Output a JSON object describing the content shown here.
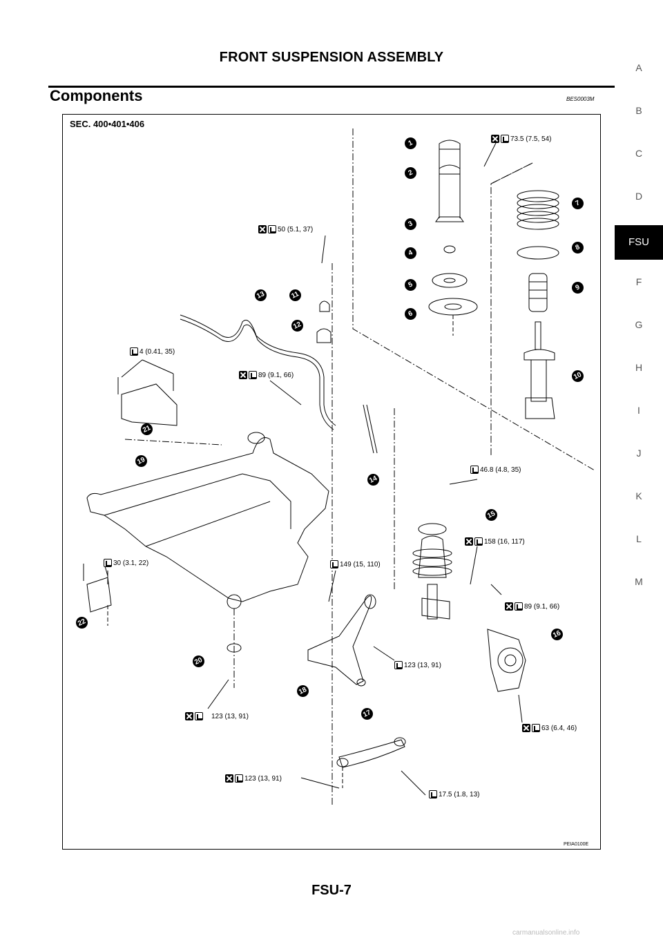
{
  "header": {
    "title": "FRONT SUSPENSION ASSEMBLY"
  },
  "section": {
    "title": "Components",
    "ref_code": "BES0003M"
  },
  "side_tabs": [
    "A",
    "B",
    "C",
    "D",
    "FSU",
    "F",
    "G",
    "H",
    "I",
    "J",
    "K",
    "L",
    "M"
  ],
  "active_tab": "FSU",
  "figure": {
    "sec_label": "SEC. 400•401•406",
    "figure_id": "PEIA0100E",
    "callouts": [
      "1",
      "2",
      "3",
      "4",
      "5",
      "6",
      "7",
      "8",
      "9",
      "10",
      "11",
      "12",
      "13",
      "14",
      "15",
      "16",
      "17",
      "18",
      "19",
      "20",
      "21",
      "22"
    ],
    "torques": [
      {
        "text": "73.5 (7.5, 54)",
        "replace": true
      },
      {
        "text": "50 (5.1, 37)",
        "replace": true
      },
      {
        "text": "4 (0.41, 35)",
        "replace": false
      },
      {
        "text": "89 (9.1, 66)",
        "replace": true
      },
      {
        "text": "46.8 (4.8, 35)",
        "replace": false
      },
      {
        "text": "158 (16, 117)",
        "replace": true
      },
      {
        "text": "30 (3.1, 22)",
        "replace": false
      },
      {
        "text": "149 (15, 110)",
        "replace": false
      },
      {
        "text": "89 (9.1, 66)",
        "replace": true
      },
      {
        "text": "123 (13, 91)",
        "replace": false
      },
      {
        "text": "123 (13, 91)",
        "replace": true
      },
      {
        "text": "63 (6.4, 46)",
        "replace": true
      },
      {
        "text": "123 (13, 91)",
        "replace": true
      },
      {
        "text": "17.5 (1.8, 13)",
        "replace": false
      }
    ]
  },
  "footer": {
    "page_number": "FSU-7",
    "watermark": "carmanualsonline.info"
  }
}
